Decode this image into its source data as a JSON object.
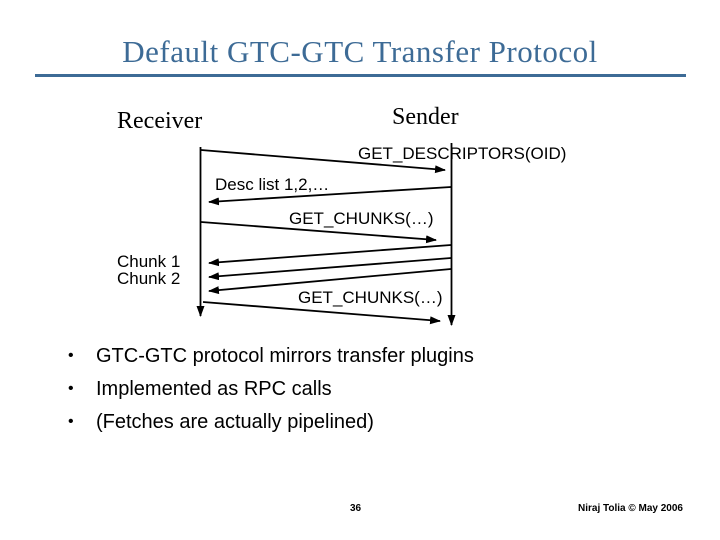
{
  "slide": {
    "title": "Default GTC-GTC Transfer Protocol",
    "accent_color": "#3D6B96",
    "bullet_char": "•"
  },
  "diagram": {
    "receiver_label": "Receiver",
    "sender_label": "Sender",
    "msg_get_descriptors": "GET_DESCRIPTORS(OID)",
    "msg_desc_list": "Desc list 1,2,…",
    "msg_get_chunks_1": "GET_CHUNKS(…)",
    "chunk_1_label": "Chunk 1",
    "chunk_2_label": "Chunk 2",
    "msg_get_chunks_2": "GET_CHUNKS(…)"
  },
  "bullets": [
    "GTC-GTC protocol mirrors transfer plugins",
    "Implemented as RPC calls",
    "(Fetches are actually pipelined)"
  ],
  "footer": {
    "page_number": "36",
    "credit": "Niraj Tolia © May 2006"
  }
}
